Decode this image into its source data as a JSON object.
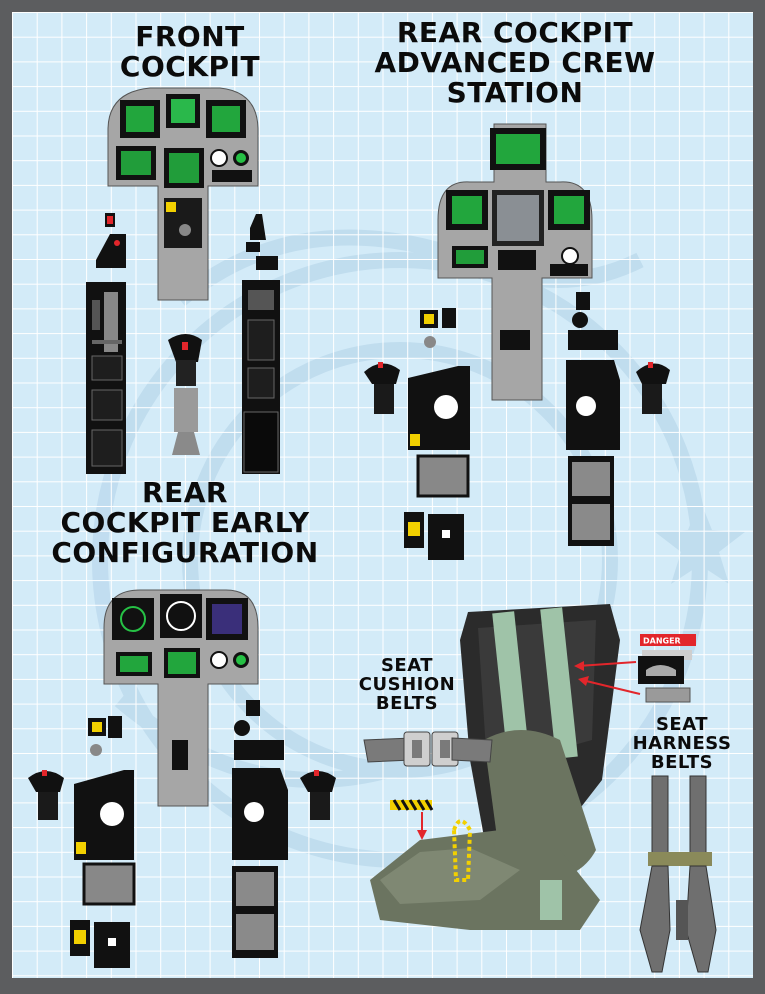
{
  "front_cockpit": {
    "title_lines": [
      "FRONT",
      "COCKPIT"
    ]
  },
  "rear_cockpit_advanced": {
    "title_lines": [
      "REAR COCKPIT",
      "ADVANCED CREW",
      "STATION"
    ]
  },
  "rear_cockpit_early": {
    "title_lines": [
      "REAR",
      "COCKPIT EARLY",
      "CONFIGURATION"
    ]
  },
  "seat_cushion_belts": {
    "label_lines": [
      "SEAT",
      "CUSHION",
      "BELTS"
    ]
  },
  "seat_harness_belts": {
    "label_lines": [
      "SEAT",
      "HARNESS",
      "BELTS"
    ]
  },
  "seat_placard": {
    "text": "DANGER"
  },
  "colors": {
    "sheet_background": "#d3ebf8",
    "grid_line": "#ffffff",
    "frame": "#5c5d5f",
    "panel_gray": "#a6a6a6",
    "panel_black": "#111111",
    "display_green": "#26c145",
    "seat_olive": "#6b7460",
    "belt_mint": "#9fc3a8",
    "warning_yellow": "#f2d000",
    "arrow_red": "#e2262b"
  }
}
